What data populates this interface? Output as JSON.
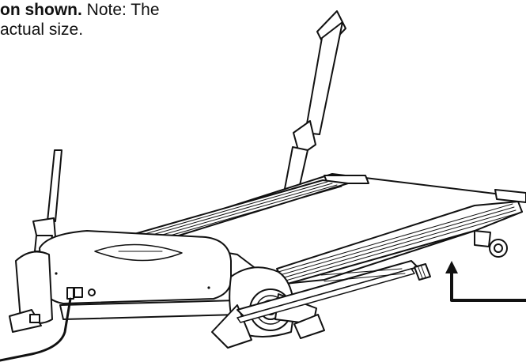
{
  "caption": {
    "bold": "on shown.",
    "rest": " Note: The",
    "line2": "actual size."
  },
  "colors": {
    "ink": "#111111",
    "background": "#ffffff",
    "fill": "#ffffff",
    "shade": "#2a2a2a"
  },
  "figure": {
    "subject": "folding treadmill illustration",
    "callout": "arrow pointing to frame"
  }
}
